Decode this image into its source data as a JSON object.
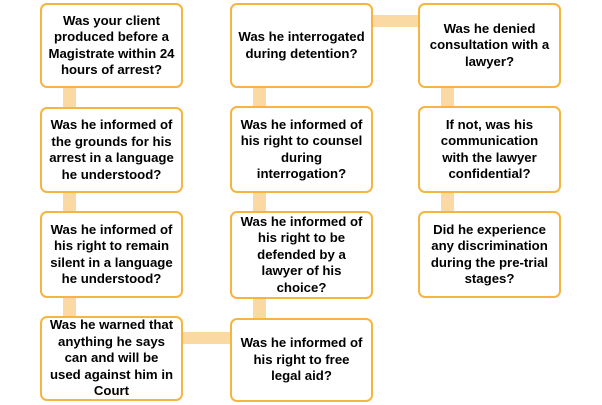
{
  "colors": {
    "box_border": "#f5b540",
    "connector": "#fbd9a3",
    "box_fill": "#ffffff",
    "text": "#000000"
  },
  "boxes": [
    {
      "id": "q1",
      "text": "Was your client produced before a Magistrate within 24 hours of arrest?"
    },
    {
      "id": "q2",
      "text": "Was he informed of the grounds for his arrest in a language he understood?"
    },
    {
      "id": "q3",
      "text": "Was he informed of his right to remain silent in a language he understood?"
    },
    {
      "id": "q4",
      "text": "Was he warned that anything he says can and will be used against him in Court"
    },
    {
      "id": "q5",
      "text": "Was he informed of his right to free legal aid?"
    },
    {
      "id": "q6",
      "text": "Was he informed of his right to be defended by a lawyer of his choice?"
    },
    {
      "id": "q7",
      "text": "Was he informed of his right to counsel during interrogation?"
    },
    {
      "id": "q8",
      "text": "Was he interrogated during detention?"
    },
    {
      "id": "q9",
      "text": "Was he denied consultation with a lawyer?"
    },
    {
      "id": "q10",
      "text": "If not, was his communication with the lawyer confidential?"
    },
    {
      "id": "q11",
      "text": "Did he experience any discrimination during the pre-trial stages?"
    }
  ]
}
